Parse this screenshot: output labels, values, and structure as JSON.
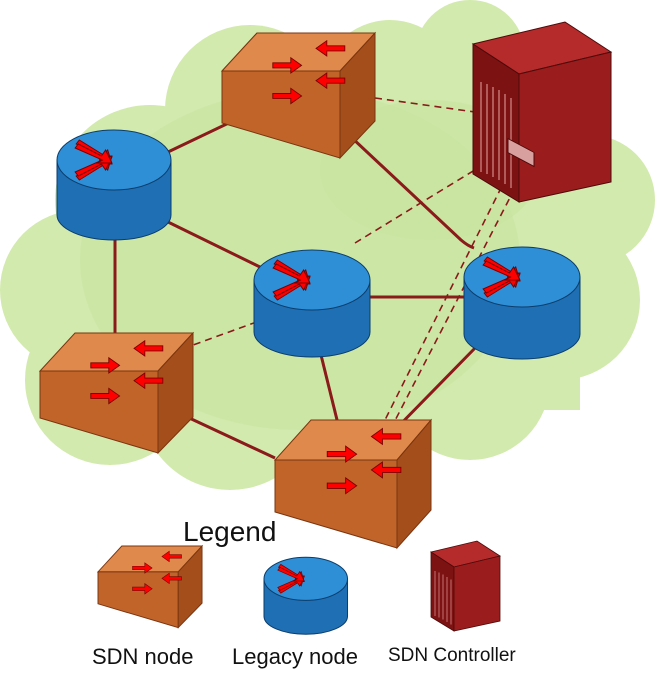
{
  "diagram": {
    "legend": {
      "title": "Legend",
      "items": [
        {
          "kind": "sdn-switch",
          "label": "SDN node"
        },
        {
          "kind": "legacy-router",
          "label": "Legacy node"
        },
        {
          "kind": "controller",
          "label": "SDN Controller"
        }
      ]
    },
    "colors": {
      "cloud": "#d2eaad",
      "cloud_shade": "#c3e09a",
      "switch_top": "#d77a3f",
      "switch_side": "#b8581f",
      "router_top": "#2f8fd6",
      "router_side": "#1f6fb4",
      "arrow": "#ff0000",
      "link": "#8b1a1a",
      "controller": "#9b1c1c"
    },
    "nodes": [
      {
        "id": "sdn-top",
        "kind": "sdn-switch"
      },
      {
        "id": "legacy-left",
        "kind": "legacy-router"
      },
      {
        "id": "controller-main",
        "kind": "controller"
      },
      {
        "id": "legacy-center",
        "kind": "legacy-router"
      },
      {
        "id": "legacy-right",
        "kind": "legacy-router"
      },
      {
        "id": "sdn-left",
        "kind": "sdn-switch"
      },
      {
        "id": "sdn-bottom",
        "kind": "sdn-switch"
      }
    ],
    "links": [
      {
        "from": "legacy-left",
        "to": "sdn-top",
        "style": "solid"
      },
      {
        "from": "legacy-left",
        "to": "legacy-center",
        "style": "solid"
      },
      {
        "from": "legacy-left",
        "to": "sdn-left",
        "style": "solid"
      },
      {
        "from": "sdn-top",
        "to": "legacy-right",
        "style": "solid"
      },
      {
        "from": "legacy-center",
        "to": "legacy-right",
        "style": "solid"
      },
      {
        "from": "legacy-center",
        "to": "sdn-bottom",
        "style": "solid"
      },
      {
        "from": "legacy-right",
        "to": "sdn-bottom",
        "style": "solid"
      },
      {
        "from": "sdn-left",
        "to": "sdn-bottom",
        "style": "solid"
      },
      {
        "from": "sdn-top",
        "to": "controller-main",
        "style": "dashed"
      },
      {
        "from": "sdn-left",
        "to": "controller-main",
        "style": "dashed"
      },
      {
        "from": "sdn-bottom",
        "to": "controller-main",
        "style": "dashed"
      },
      {
        "from": "sdn-bottom",
        "to": "controller-main",
        "style": "dashed"
      }
    ]
  }
}
